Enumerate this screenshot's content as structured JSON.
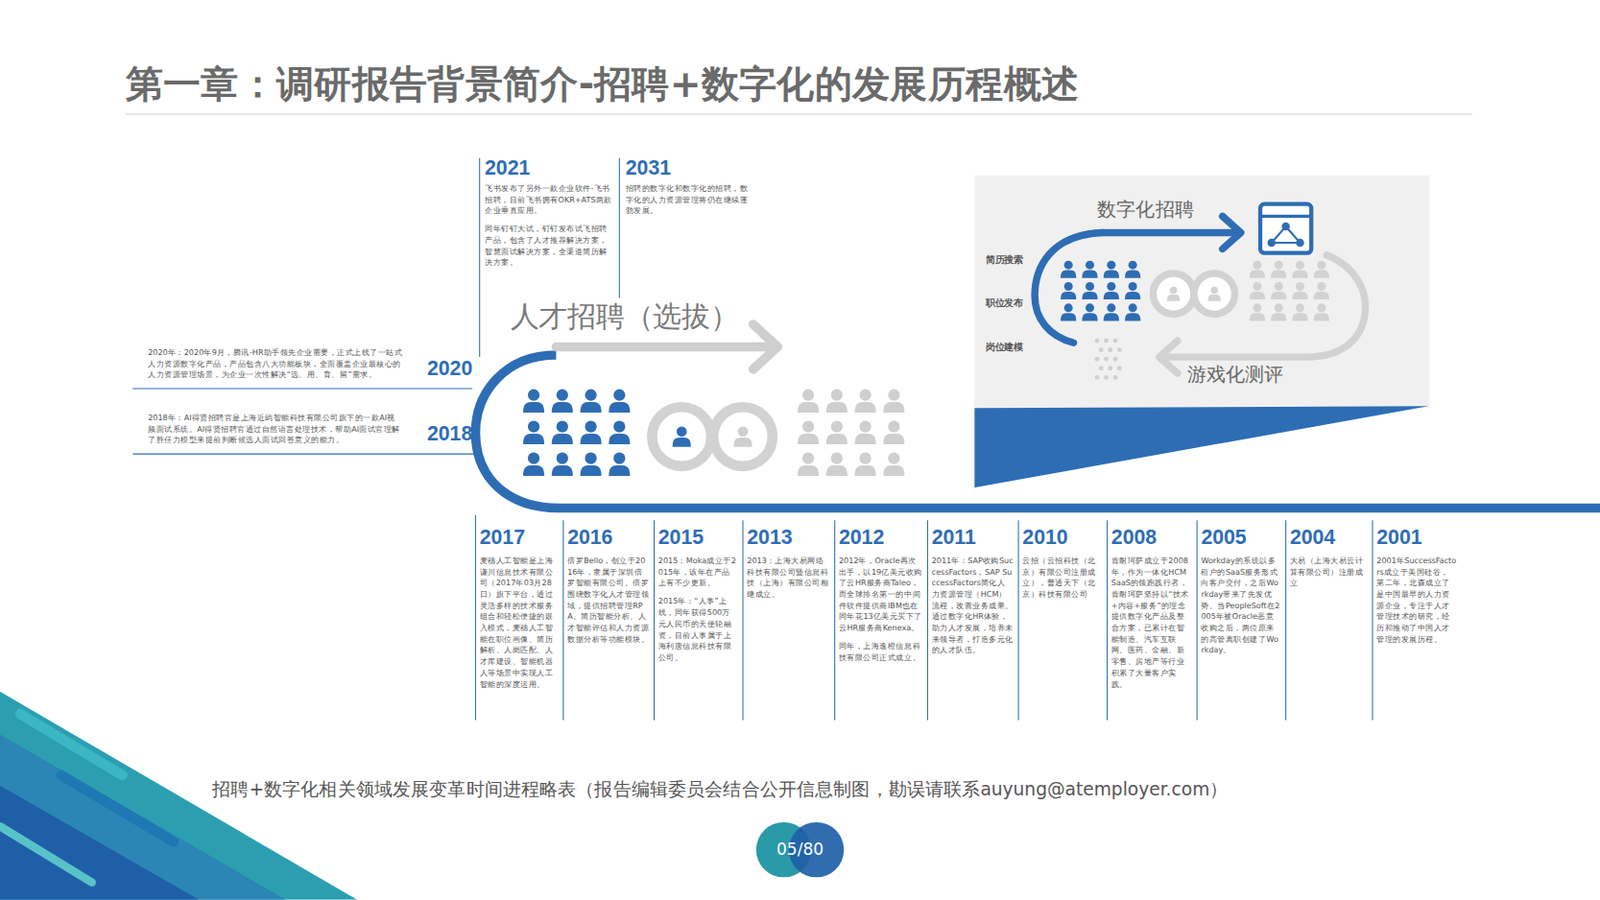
{
  "diagram": {
    "title": "第一章：调研报告背景简介-招聘+数字化的发展历程概述",
    "caption": "招聘+数字化相关领域发展变革时间进程略表（报告编辑委员会结合公开信息制图，勘误请联系auyung@atemployer.com）",
    "nodes": [
      {
        "text": [
          "2021",
          "飞书发布了另外一款企业软件-飞书招聘，目前飞书拥有OKR+ATS两款企业垂直应用。",
          "同年钉钉大试，钉钉发布试飞招聘产品，包含了人才推荐解决方案，智慧面试解决方案，全渠道简历解决方案。"
        ]
      },
      {
        "text": [
          "2031",
          "招聘的数字化和数字化的招聘，数字化的人力资源管理将仍在继续蓬勃发展。"
        ]
      },
      {
        "text": [
          "2020",
          "2020年：2020年9月，腾讯-HR助手领先企业需要，正式上线了一站式人力资源数字化产品，产品包含八大功能板块，全面覆盖企业最核心的人力资源管理场景，为企业一次性解决“选、用、育、留”需求。"
        ]
      },
      {
        "text": [
          "2018",
          "2018年：AI得贤招聘官是上海近屿智能科技有限公司旗下的一款AI视频面试系统。AI得贤招聘官通过自然语言处理技术，帮助AI面试官理解了胜任力模型来提前判断候选人面试回答意义的能力。"
        ]
      },
      {
        "text": [
          "2017",
          "麦穗人工智能是上海谦川信息技术有限公司（2017年03月28日）旗下平台，通过灵活多样的技术服务组合和轻松便捷的嵌入模式，麦穗人工智能在职位画像、简历解析、人岗匹配、人才库建设、智能机器人等场景中实现人工智能的深度运用。"
        ]
      },
      {
        "text": [
          "2016",
          "倍罗Bello，创立于2016年，隶属于深圳倍罗智能有限公司。倍罗围绕数字化人才管理领域，提供招聘管理RPA、简历智能分析、人才智能评估和人力资源数据分析等功能模块。"
        ]
      },
      {
        "text": [
          "2015",
          "2015：Moka成立于2015年，该年在产品上有不少更新。",
          "2015年：“人事”上线，同年获得500万元人民币的天使轮融资，目前人事属于上海利唐信息科技有限公司。"
        ]
      },
      {
        "text": [
          "2013",
          "2013：上海大易网络科技有限公司暨信息科技（上海）有限公司相继成立。"
        ]
      },
      {
        "text": [
          "2012",
          "2012年，Oracle再次出手，以19亿美元收购了云HR服务商Taleo，而全球排名第一的中间件软件提供商IBM也在同年花13亿美元买下了云HR服务商Kenexa。",
          "同年，上海逸橙信息科技有限公司正式成立。"
        ]
      },
      {
        "text": [
          "2011",
          "2011年：SAP收购SuccessFactors，SAP SuccessFactors简化人力资源管理（HCM）流程，改善业务成果。通过数字化HR体验，助力人才发展，培养未来领导者，打造多元化的人才队伍。"
        ]
      },
      {
        "text": [
          "2010",
          "云招（云招科技（北京）有限公司注册成立），普通天下（北京）科技有限公司"
        ]
      },
      {
        "text": [
          "2008",
          "肯耐珂萨成立于2008年，作为一体化HCM SaaS的领跑践行者，肯耐珂萨坚持以“技术+内容+服务”的理念提供数字化产品及整合方案，已累计在智能制造、汽车互联网、医药、金融、新零售、房地产等行业积累了大量客户实践。"
        ]
      },
      {
        "text": [
          "2005",
          "Workday的系统以多租户的SaaS服务形式向客户交付，之后Workday带来了先发优势。当PeopleSoft在2005年被Oracle恶意收购之后，两位原来的高管离职创建了Workday。"
        ]
      },
      {
        "text": [
          "2004",
          "大易（上海大易云计算有限公司）注册成立"
        ]
      },
      {
        "text": [
          "2001",
          "2001年SuccessFactors成立于美国硅谷，第二年，北森成立了是中国最早的人力资源企业，专注于人才管理技术的研究，经历和推动了中国人才管理的发展历程。"
        ]
      }
    ],
    "labels": [
      "人才招聘（选拔）",
      "数字化招聘",
      "游戏化测评",
      "简历搜索",
      "职位发布",
      "岗位建模",
      "05/80"
    ]
  }
}
